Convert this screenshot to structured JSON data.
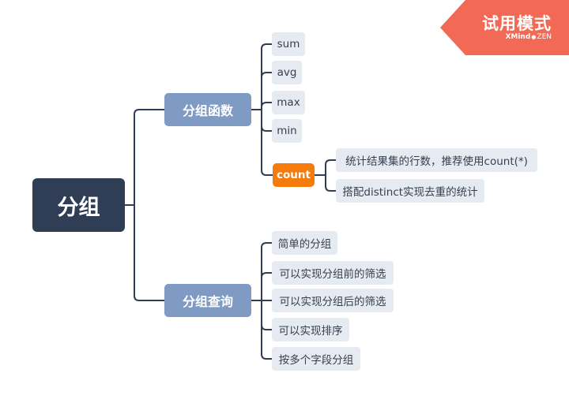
{
  "mindmap": {
    "root": {
      "label": "分组"
    },
    "branches": [
      {
        "label": "分组函数",
        "children": [
          {
            "label": "sum"
          },
          {
            "label": "avg"
          },
          {
            "label": "max"
          },
          {
            "label": "min"
          },
          {
            "label": "count",
            "highlight": true,
            "children": [
              {
                "label": "统计结果集的行数，推荐使用count(*)"
              },
              {
                "label": "搭配distinct实现去重的统计"
              }
            ]
          }
        ]
      },
      {
        "label": "分组查询",
        "children": [
          {
            "label": "简单的分组"
          },
          {
            "label": "可以实现分组前的筛选"
          },
          {
            "label": "可以实现分组后的筛选"
          },
          {
            "label": "可以实现排序"
          },
          {
            "label": "按多个字段分组"
          }
        ]
      }
    ]
  },
  "trial_banner": {
    "title": "试用模式",
    "brand": "XMind",
    "brand_suffix": "ZEN",
    "color": "#f26a55"
  },
  "colors": {
    "root": "#2f3e55",
    "branch": "#7f9bc4",
    "leaf": "#e6ebf2",
    "highlight": "#f57b0a",
    "line": "#2f3e55"
  }
}
